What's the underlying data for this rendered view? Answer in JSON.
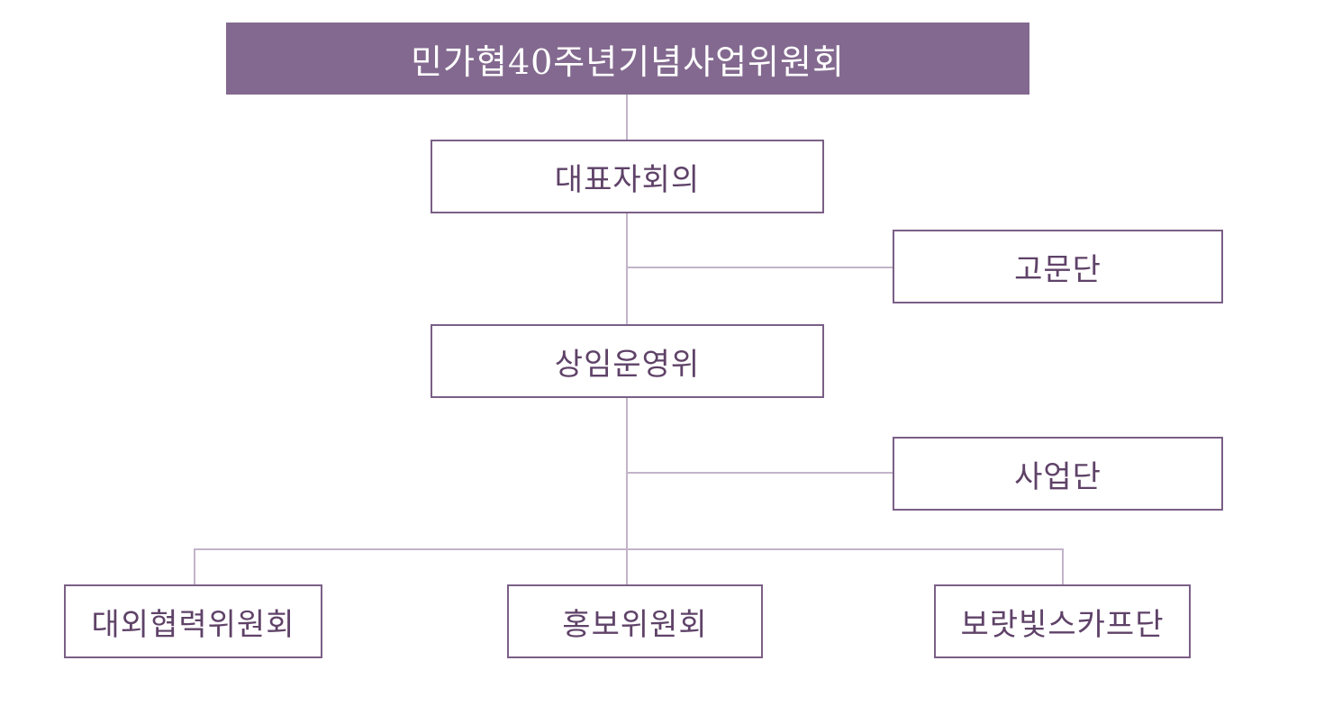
{
  "org_chart": {
    "root": {
      "label": "민가협40주년기념사업위원회"
    },
    "representatives_meeting": {
      "label": "대표자회의"
    },
    "advisory_group": {
      "label": "고문단"
    },
    "standing_committee": {
      "label": "상임운영위"
    },
    "project_group": {
      "label": "사업단"
    },
    "committees": [
      {
        "label": "대외협력위원회"
      },
      {
        "label": "홍보위원회"
      },
      {
        "label": "보랏빛스카프단"
      }
    ]
  },
  "colors": {
    "root_fill": "#83698f",
    "box_border": "#7b5f86",
    "text": "#5f4268",
    "connector": "#c2b4c9"
  }
}
